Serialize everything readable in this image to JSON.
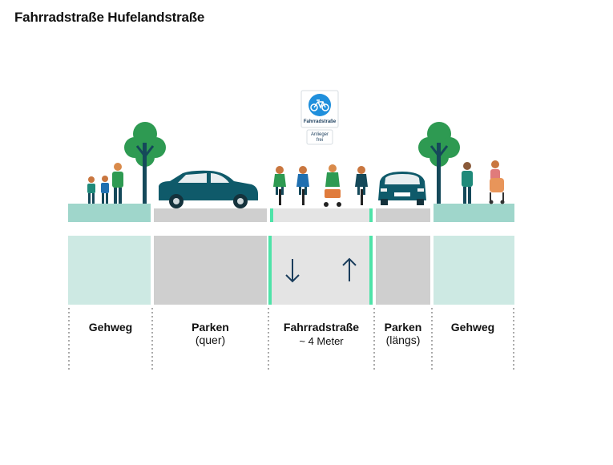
{
  "title": "Fahrradstraße Hufelandstraße",
  "sign": {
    "label": "Fahrradstraße",
    "supplement": "Anlieger frei",
    "colors": {
      "blue": "#1f8fdc",
      "border": "#d7dde2"
    }
  },
  "sections": [
    {
      "name": "Gehweg",
      "sub": ""
    },
    {
      "name": "Parken",
      "sub": "(quer)"
    },
    {
      "name": "Fahrradstraße",
      "sub": "~ 4 Meter"
    },
    {
      "name": "Parken",
      "sub": "(längs)"
    },
    {
      "name": "Gehweg",
      "sub": ""
    }
  ],
  "colors": {
    "sidewalk": "#9fd6cb",
    "sidewalk_plan": "#cde9e3",
    "parking": "#cfcfcf",
    "road_plan": "#e4e4e4",
    "bike_marking": "#4ee3a8",
    "car": "#0f5a6a",
    "tree": "#2e9a52",
    "trunk": "#15495a",
    "arrow": "#1a3d5c"
  },
  "icons": [
    "tree-icon",
    "car-icon",
    "cyclist-icon",
    "pedestrian-icon",
    "stroller-icon",
    "arrow-down-icon",
    "arrow-up-icon",
    "bicycle-icon"
  ]
}
